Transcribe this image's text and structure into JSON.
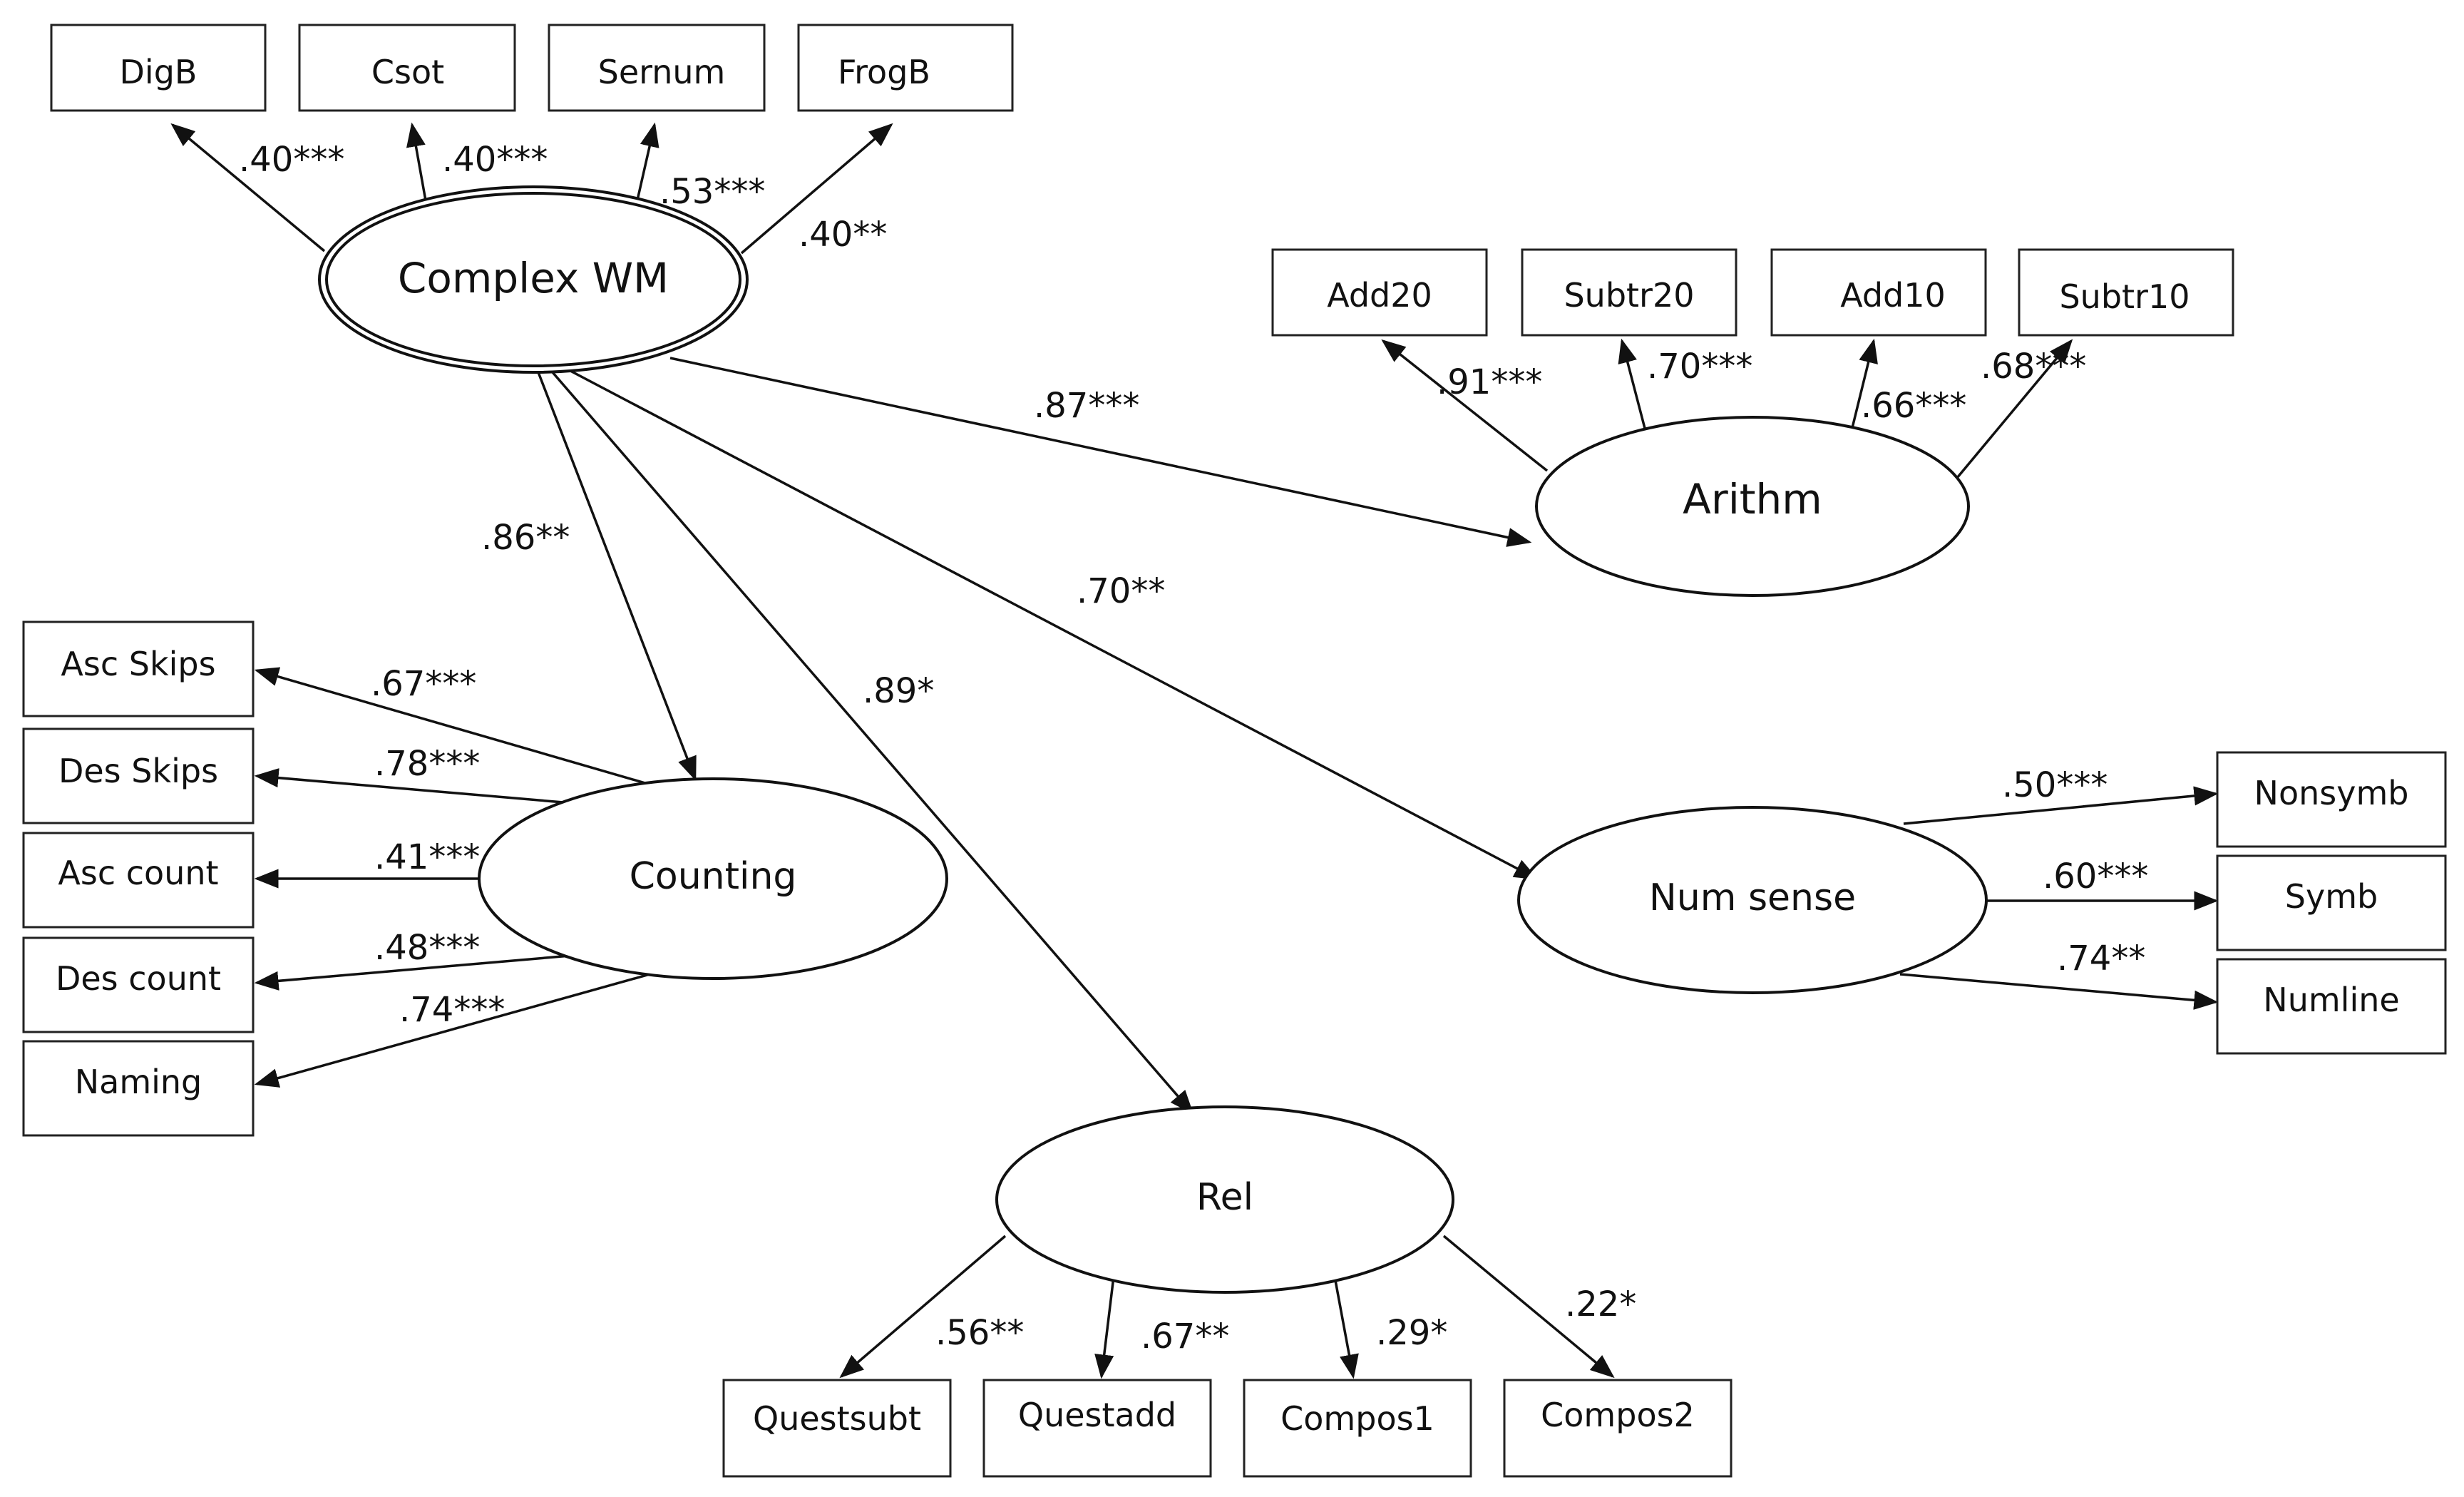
{
  "latents": {
    "complex_wm": "Complex WM",
    "arithm": "Arithm",
    "counting": "Counting",
    "num_sense": "Num sense",
    "rel": "Rel"
  },
  "indicators": {
    "digb": "DigB",
    "csot": "Csot",
    "sernum": "Sernum",
    "frogb": "FrogB",
    "add20": "Add20",
    "subtr20": "Subtr20",
    "add10": "Add10",
    "subtr10": "Subtr10",
    "asc_skips": "Asc Skips",
    "des_skips": "Des Skips",
    "asc_count": "Asc count",
    "des_count": "Des count",
    "naming": "Naming",
    "nonsymb": "Nonsymb",
    "symb": "Symb",
    "numline": "Numline",
    "questsubt": "Questsubt",
    "questadd": "Questadd",
    "compos1": "Compos1",
    "compos2": "Compos2"
  },
  "coefficients": {
    "wm_digb": ".40***",
    "wm_csot": ".40***",
    "wm_sernum": ".53***",
    "wm_frogb": ".40**",
    "wm_arithm": ".87***",
    "wm_counting": ".86**",
    "wm_rel": ".89*",
    "wm_numsense": ".70**",
    "arithm_add20": ".91***",
    "arithm_subtr20": ".70***",
    "arithm_add10": ".66***",
    "arithm_subtr10": ".68***",
    "counting_asc_skips": ".67***",
    "counting_des_skips": ".78***",
    "counting_asc_count": ".41***",
    "counting_des_count": ".48***",
    "counting_naming": ".74***",
    "numsense_nonsymb": ".50***",
    "numsense_symb": ".60***",
    "numsense_numline": ".74**",
    "rel_questsubt": ".56**",
    "rel_questadd": ".67**",
    "rel_compos1": ".29*",
    "rel_compos2": ".22*"
  }
}
